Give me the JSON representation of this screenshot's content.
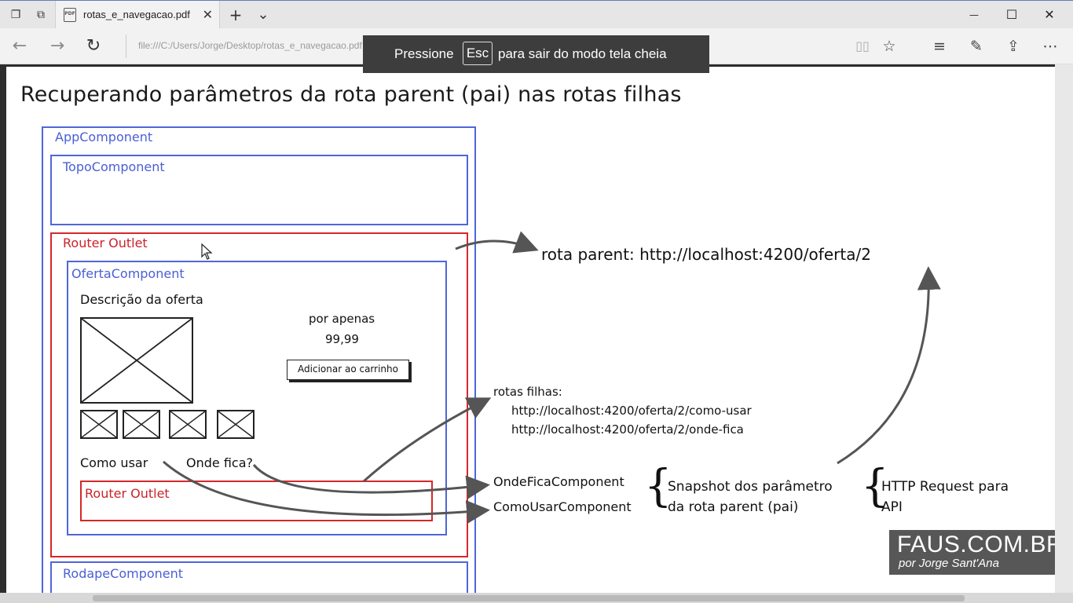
{
  "browser": {
    "tab_title": "rotas_e_navegacao.pdf",
    "tab_close": "✕",
    "new_tab": "+",
    "tab_list": "⌄",
    "address": "file:///C:/Users/Jorge/Desktop/rotas_e_navegacao.pdf",
    "window": {
      "minimize": "—",
      "maximize": "☐",
      "close": "✕"
    },
    "icons": {
      "back": "←",
      "forward": "→",
      "refresh": "↻",
      "reading_view": "📖",
      "favorites": "☆",
      "hub": "≡",
      "notes": "✎",
      "share": "⇪",
      "more": "⋯"
    }
  },
  "fullscreen_toast": {
    "pre": "Pressione",
    "key": "Esc",
    "post": "para sair do modo tela cheia"
  },
  "slide": {
    "title": "Recuperando parâmetros da rota parent (pai) nas rotas filhas",
    "app_component": "AppComponent",
    "topo_component": "TopoComponent",
    "router_outlet_outer": "Router Outlet",
    "oferta_component": "OfertaComponent",
    "descricao": "Descrição da oferta",
    "por_apenas": "por apenas",
    "price": "99,99",
    "add_to_cart": "Adicionar ao carrinho",
    "link_como_usar": "Como usar",
    "link_onde_fica": "Onde fica?",
    "router_outlet_inner": "Router Outlet",
    "rodape_component": "RodapeComponent",
    "rota_parent": "rota parent: http://localhost:4200/oferta/2",
    "rotas_filhas_label": "rotas filhas:",
    "rota_filha_1": "http://localhost:4200/oferta/2/como-usar",
    "rota_filha_2": "http://localhost:4200/oferta/2/onde-fica",
    "onde_fica_component": "OndeFicaComponent",
    "como_usar_component": "ComoUsarComponent",
    "snapshot_line1": "Snapshot dos parâmetro",
    "snapshot_line2": "da rota parent (pai)",
    "http_line1": "HTTP Request para",
    "http_line2": "API"
  },
  "watermark": {
    "main": "FAUS.COM.BR",
    "sub": "por Jorge Sant'Ana"
  }
}
